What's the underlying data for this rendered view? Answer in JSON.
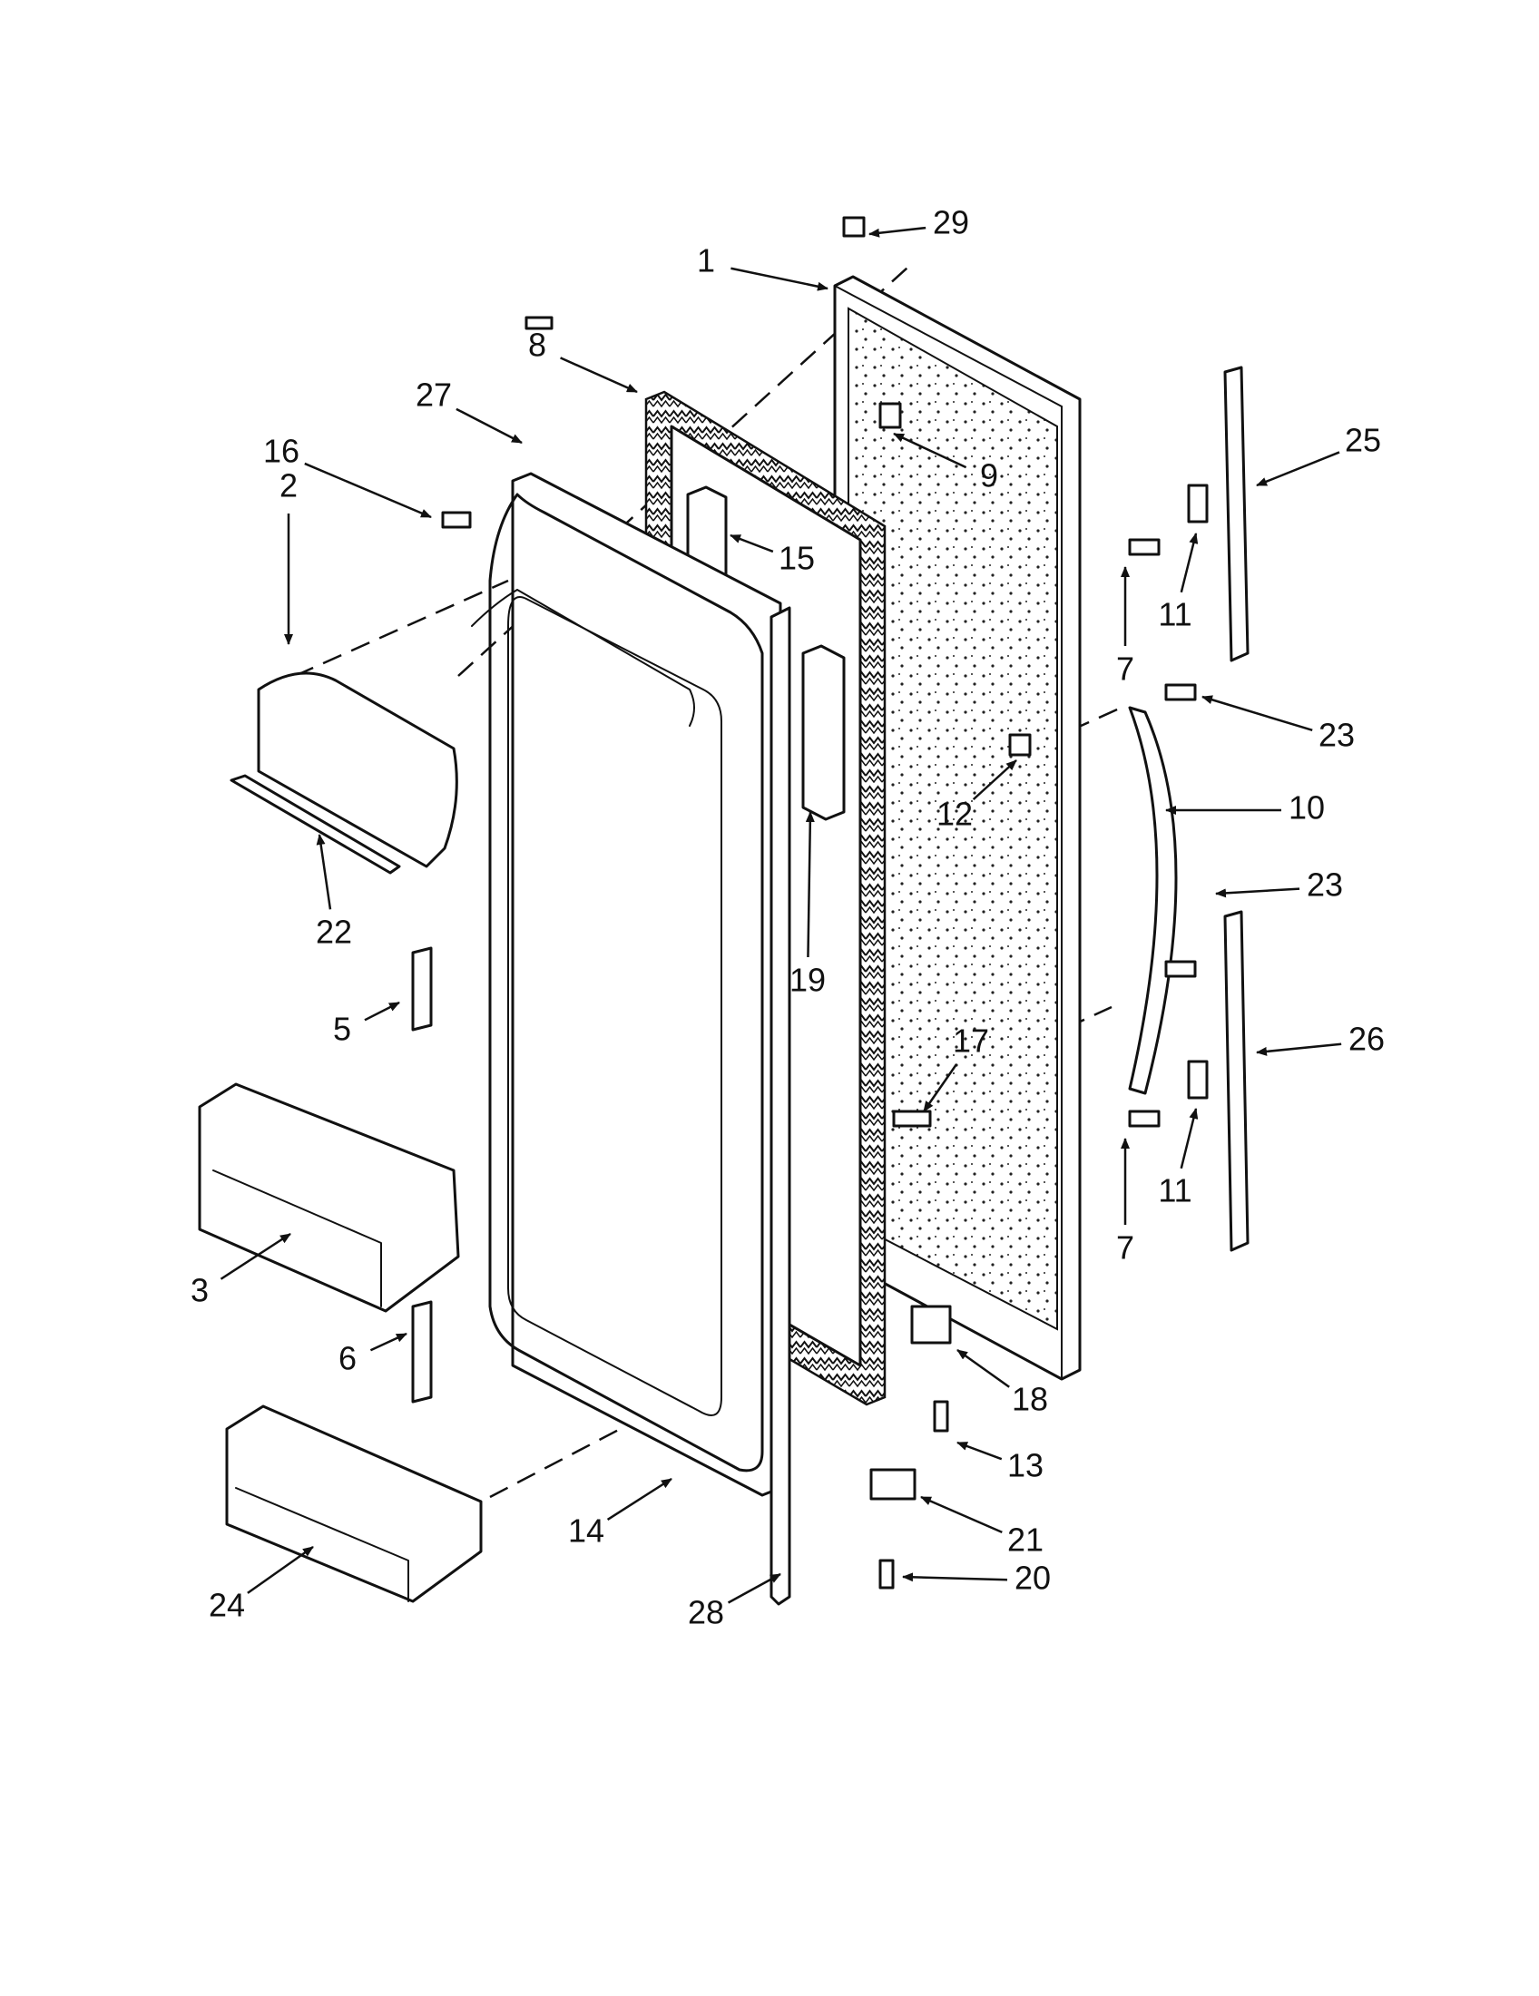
{
  "diagram": {
    "callouts": [
      "1",
      "2",
      "3",
      "5",
      "6",
      "7",
      "7",
      "8",
      "9",
      "10",
      "11",
      "11",
      "12",
      "13",
      "14",
      "15",
      "16",
      "17",
      "18",
      "19",
      "20",
      "21",
      "22",
      "23",
      "23",
      "24",
      "25",
      "26",
      "27",
      "28",
      "29"
    ]
  }
}
